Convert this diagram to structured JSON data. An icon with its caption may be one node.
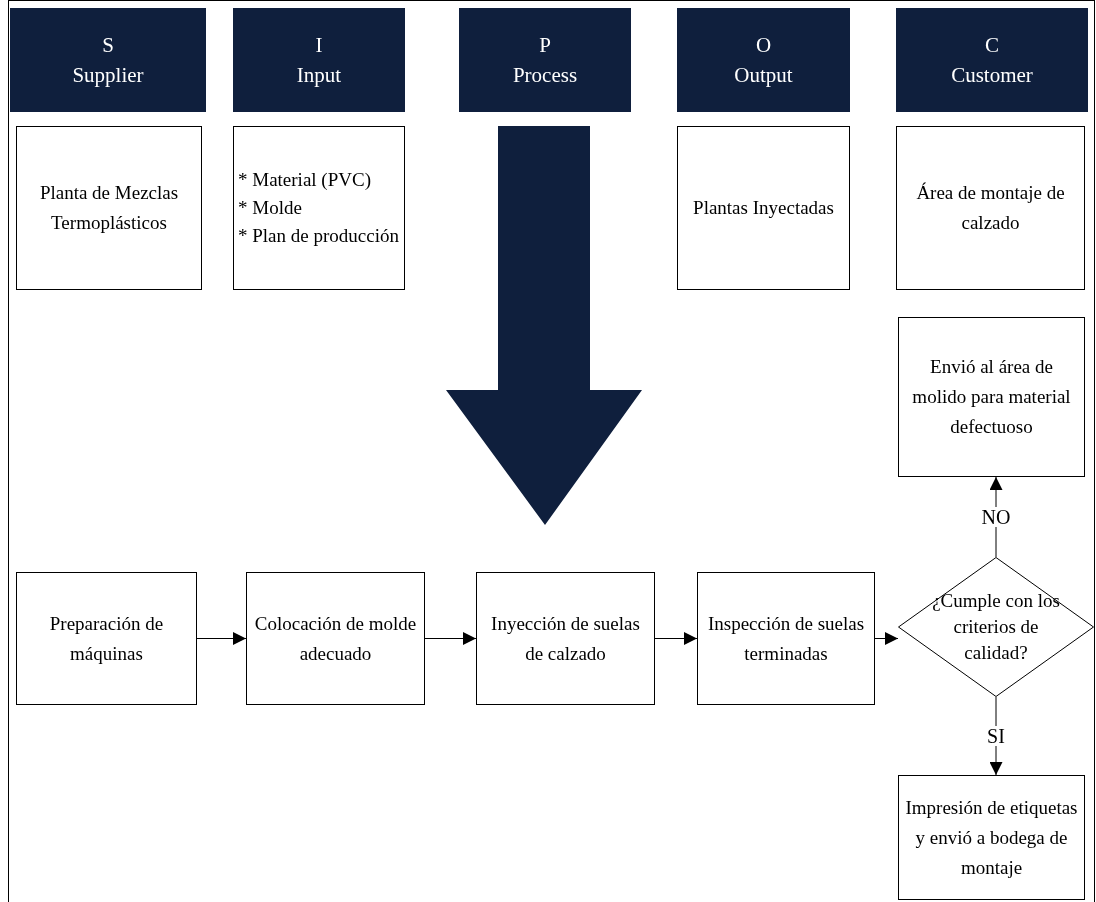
{
  "diagram": {
    "nodes": [
      {
        "text": [
          "S",
          "Supplier"
        ]
      },
      {
        "text": [
          "I",
          "Input"
        ]
      },
      {
        "text": [
          "P",
          "Process"
        ]
      },
      {
        "text": [
          "O",
          "Output"
        ]
      },
      {
        "text": [
          "C",
          "Customer"
        ]
      },
      {
        "text": [
          "Planta de Mezclas Termoplásticos"
        ]
      },
      {
        "text": [
          "* Material (PVC)",
          "* Molde",
          "* Plan de producción"
        ]
      },
      {
        "text": [
          "Plantas Inyectadas"
        ]
      },
      {
        "text": [
          "Área de montaje de calzado"
        ]
      },
      {
        "text": [
          "Preparación de máquinas"
        ]
      },
      {
        "text": [
          "Colocación de molde adecuado"
        ]
      },
      {
        "text": [
          "Inyección de suelas de calzado"
        ]
      },
      {
        "text": [
          "Inspección de suelas terminadas"
        ]
      },
      {
        "text": [
          "¿Cumple con los criterios de calidad?"
        ]
      },
      {
        "text": [
          "Envió al área de molido para material defectuoso"
        ]
      },
      {
        "text": [
          "Impresión de etiquetas y envió a bodega de montaje"
        ]
      }
    ],
    "edges": [
      {
        "from": 9,
        "to": 10,
        "arrow": "to"
      },
      {
        "from": 10,
        "to": 11,
        "arrow": "to"
      },
      {
        "from": 11,
        "to": 12,
        "arrow": "to"
      },
      {
        "from": 12,
        "to": 13,
        "arrow": "to"
      },
      {
        "from": 13,
        "to": 14,
        "arrow": "to",
        "label": "NO"
      },
      {
        "from": 13,
        "to": 15,
        "arrow": "to",
        "label": "SI"
      }
    ]
  }
}
